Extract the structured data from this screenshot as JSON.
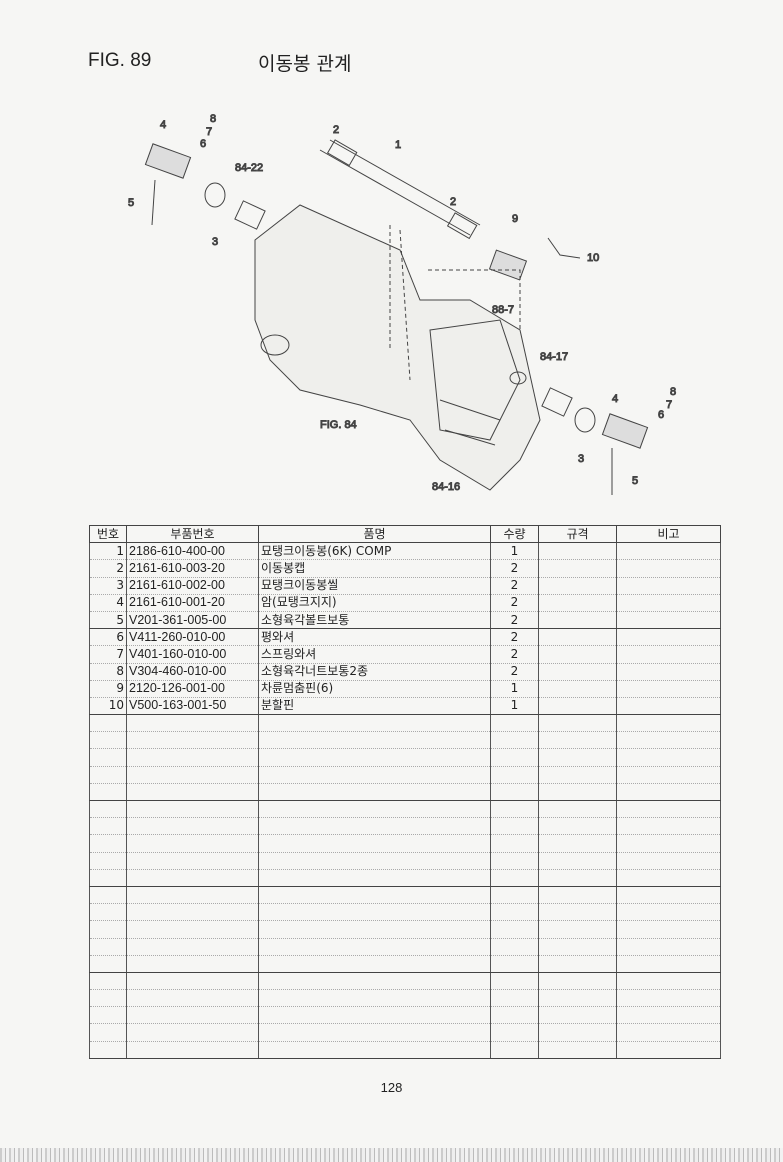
{
  "header": {
    "fig": "FIG. 89",
    "title": "이동봉 관계"
  },
  "diagram": {
    "callouts": [
      "1",
      "2",
      "2",
      "3",
      "3",
      "4",
      "4",
      "5",
      "5",
      "6",
      "6",
      "7",
      "7",
      "8",
      "8",
      "9",
      "10",
      "84-22",
      "84-17",
      "84-16",
      "88-7",
      "FIG. 84"
    ]
  },
  "table": {
    "headers": [
      "번호",
      "부품번호",
      "품명",
      "수량",
      "규격",
      "비고"
    ],
    "rows": [
      {
        "no": "1",
        "part": "2186-610-400-00",
        "name": "묘탱크이동봉(6K) COMP",
        "qty": "1"
      },
      {
        "no": "2",
        "part": "2161-610-003-20",
        "name": "이동봉캡",
        "qty": "2"
      },
      {
        "no": "3",
        "part": "2161-610-002-00",
        "name": "묘탱크이동봉씰",
        "qty": "2"
      },
      {
        "no": "4",
        "part": "2161-610-001-20",
        "name": "암(묘탱크지지)",
        "qty": "2"
      },
      {
        "no": "5",
        "part": "V201-361-005-00",
        "name": "소형육각볼트보통",
        "qty": "2"
      },
      {
        "no": "6",
        "part": "V411-260-010-00",
        "name": "평와셔",
        "qty": "2"
      },
      {
        "no": "7",
        "part": "V401-160-010-00",
        "name": "스프링와셔",
        "qty": "2"
      },
      {
        "no": "8",
        "part": "V304-460-010-00",
        "name": "소형육각너트보통2종",
        "qty": "2"
      },
      {
        "no": "9",
        "part": "2120-126-001-00",
        "name": "차륜멈춤핀(6)",
        "qty": "1"
      },
      {
        "no": "10",
        "part": "V500-163-001-50",
        "name": "분할핀",
        "qty": "1"
      }
    ],
    "blank_rows": 20
  },
  "footer": {
    "page": "128"
  }
}
